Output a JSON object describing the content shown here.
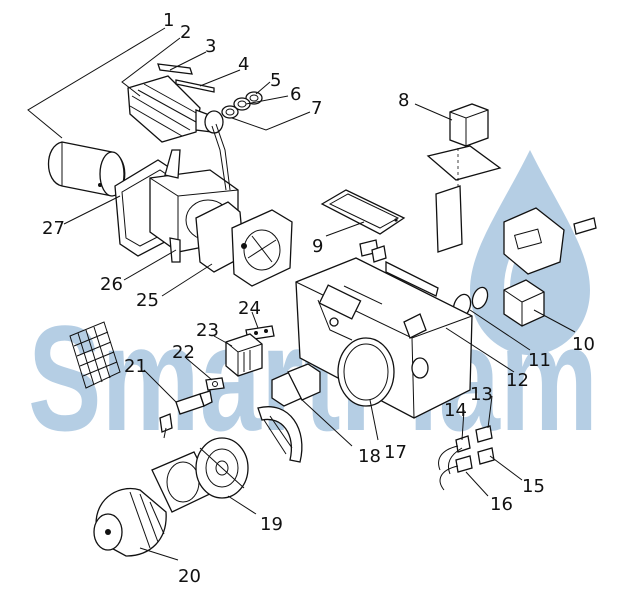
{
  "diagram": {
    "watermark": {
      "text": "SmartFlam",
      "color": "#a9c6e0"
    },
    "ink_color": "#111111",
    "part_numbers": [
      "1",
      "2",
      "3",
      "4",
      "5",
      "6",
      "7",
      "8",
      "9",
      "10",
      "11",
      "12",
      "13",
      "14",
      "15",
      "16",
      "17",
      "18",
      "19",
      "20",
      "21",
      "22",
      "23",
      "24",
      "25",
      "26",
      "27"
    ]
  }
}
